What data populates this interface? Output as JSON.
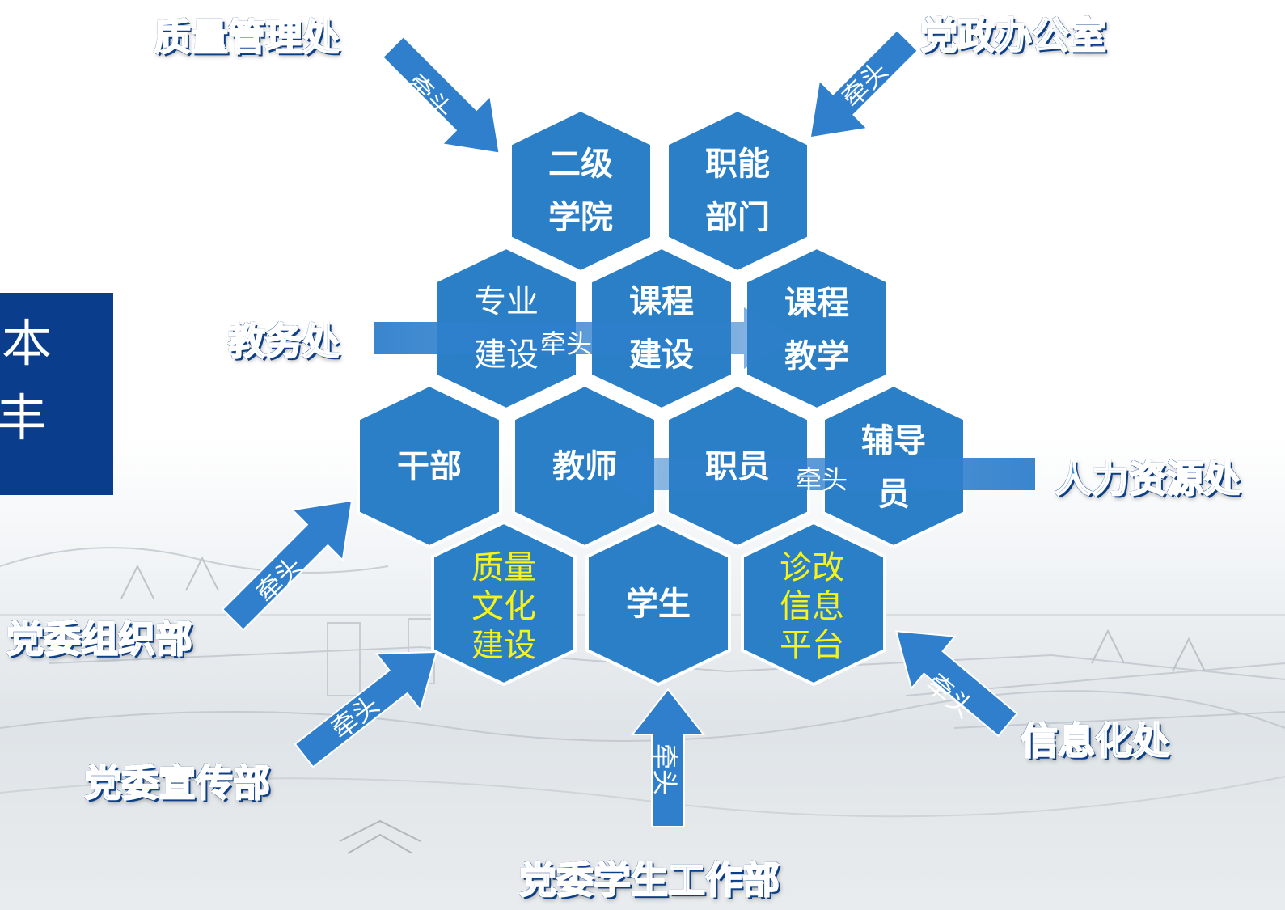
{
  "side_panel": {
    "char1": "本",
    "char2": "丰"
  },
  "hexagons": [
    {
      "id": "secondary-college",
      "text": "二级\n学院",
      "style": "bold"
    },
    {
      "id": "functional-depts",
      "text": "职能\n部门",
      "style": "bold"
    },
    {
      "id": "major-construction",
      "text": "专业\n建设",
      "style": "plain"
    },
    {
      "id": "course-construction",
      "text": "课程\n建设",
      "style": "bold"
    },
    {
      "id": "course-teaching",
      "text": "课程\n教学",
      "style": "bold"
    },
    {
      "id": "cadres",
      "text": "干部",
      "style": "bold"
    },
    {
      "id": "teachers",
      "text": "教师",
      "style": "bold"
    },
    {
      "id": "staff",
      "text": "职员",
      "style": "bold"
    },
    {
      "id": "counselors",
      "text": "辅导\n员",
      "style": "bold"
    },
    {
      "id": "quality-culture",
      "text": "质量\n文化\n建设",
      "style": "yellow"
    },
    {
      "id": "students",
      "text": "学生",
      "style": "bold"
    },
    {
      "id": "diagnosis-platform",
      "text": "诊改\n信息\n平台",
      "style": "yellow"
    }
  ],
  "departments": {
    "quality_management": "质量管理处",
    "party_office": "党政办公室",
    "academic_affairs": "教务处",
    "human_resources": "人力资源处",
    "organization_dept": "党委组织部",
    "publicity_dept": "党委宣传部",
    "information_office": "信息化处",
    "student_work_dept": "党委学生工作部"
  },
  "arrow_label": "牵头",
  "colors": {
    "hexagon": "#2a7fc7",
    "arrow": "#2f7fcc",
    "side_panel": "#0a3d8c",
    "highlight_text": "#f7f31a"
  }
}
